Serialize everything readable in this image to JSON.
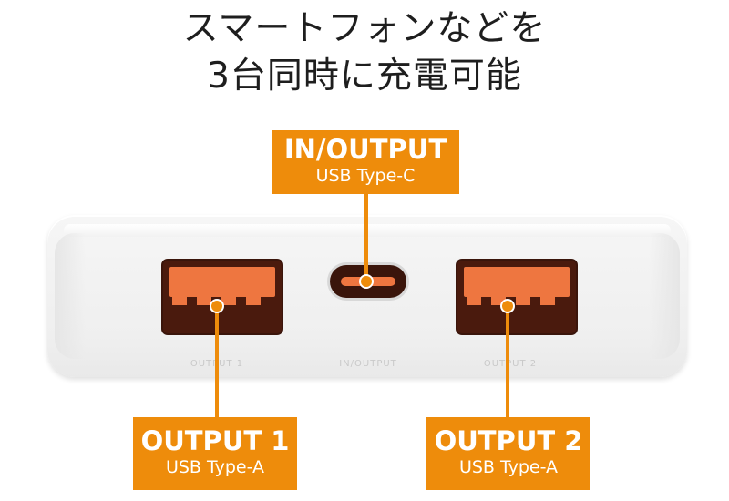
{
  "headline": {
    "line1": "スマートフォンなどを",
    "line2": "3台同時に充電可能"
  },
  "callouts": {
    "inout": {
      "title": "IN/OUTPUT",
      "subtitle": "USB Type-C"
    },
    "out1": {
      "title": "OUTPUT 1",
      "subtitle": "USB Type-A"
    },
    "out2": {
      "title": "OUTPUT 2",
      "subtitle": "USB Type-A"
    }
  },
  "port_labels": {
    "out1": "OUTPUT 1",
    "inout": "IN/OUTPUT",
    "out2": "OUTPUT 2"
  },
  "colors": {
    "accent": "#ee8c0b",
    "port_contact": "#ee7640",
    "port_cavity": "#4a1a0d",
    "device_body": "#f3f3f3"
  }
}
